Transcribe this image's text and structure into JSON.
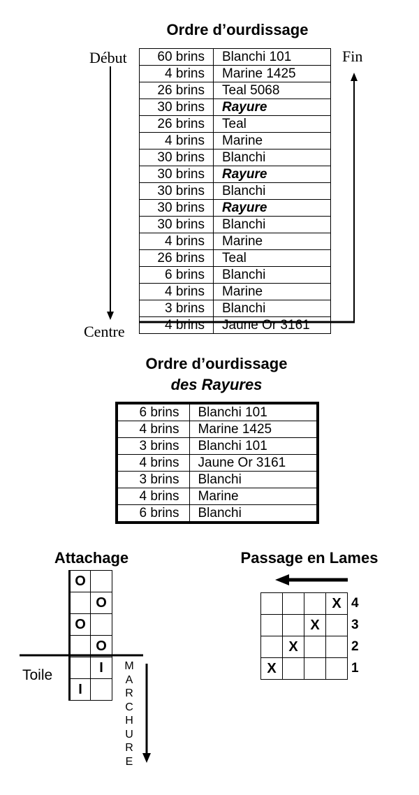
{
  "main": {
    "title": "Ordre d’ourdissage",
    "start_label": "Début",
    "end_label": "Fin",
    "center_label": "Centre",
    "rows": [
      {
        "count": "60 brins",
        "color": "Blanchi 101",
        "rayure": false
      },
      {
        "count": "4 brins",
        "color": "Marine 1425",
        "rayure": false
      },
      {
        "count": "26 brins",
        "color": "Teal 5068",
        "rayure": false
      },
      {
        "count": "30 brins",
        "color": "Rayure",
        "rayure": true
      },
      {
        "count": "26 brins",
        "color": "Teal",
        "rayure": false
      },
      {
        "count": "4 brins",
        "color": "Marine",
        "rayure": false
      },
      {
        "count": "30 brins",
        "color": "Blanchi",
        "rayure": false
      },
      {
        "count": "30 brins",
        "color": "Rayure",
        "rayure": true
      },
      {
        "count": "30 brins",
        "color": "Blanchi",
        "rayure": false
      },
      {
        "count": "30 brins",
        "color": "Rayure",
        "rayure": true
      },
      {
        "count": "30 brins",
        "color": "Blanchi",
        "rayure": false
      },
      {
        "count": "4 brins",
        "color": "Marine",
        "rayure": false
      },
      {
        "count": "26 brins",
        "color": "Teal",
        "rayure": false
      },
      {
        "count": "6 brins",
        "color": "Blanchi",
        "rayure": false
      },
      {
        "count": "4 brins",
        "color": "Marine",
        "rayure": false
      },
      {
        "count": "3 brins",
        "color": "Blanchi",
        "rayure": false
      },
      {
        "count": "4 brins",
        "color": "Jaune Or 3161",
        "rayure": false
      }
    ]
  },
  "stripes": {
    "title_line1": "Ordre d’ourdissage",
    "title_line2": "des Rayures",
    "rows": [
      {
        "count": "6 brins",
        "color": "Blanchi 101"
      },
      {
        "count": "4 brins",
        "color": "Marine 1425"
      },
      {
        "count": "3 brins",
        "color": "Blanchi 101"
      },
      {
        "count": "4 brins",
        "color": "Jaune Or 3161"
      },
      {
        "count": "3 brins",
        "color": "Blanchi"
      },
      {
        "count": "4 brins",
        "color": "Marine"
      },
      {
        "count": "6 brins",
        "color": "Blanchi"
      }
    ]
  },
  "tieup": {
    "title": "Attachage",
    "toile_label": "Toile",
    "marchure_label": "MARCHURE",
    "cells": [
      {
        "row": 0,
        "col": 0,
        "mark": "O"
      },
      {
        "row": 1,
        "col": 1,
        "mark": "O"
      },
      {
        "row": 2,
        "col": 0,
        "mark": "O"
      },
      {
        "row": 3,
        "col": 1,
        "mark": "O"
      },
      {
        "row": 4,
        "col": 1,
        "mark": "I"
      },
      {
        "row": 5,
        "col": 0,
        "mark": "I"
      }
    ]
  },
  "threading": {
    "title": "Passage en Lames",
    "shaft_numbers": [
      "4",
      "3",
      "2",
      "1"
    ],
    "cells": [
      {
        "row": 0,
        "col": 3,
        "mark": "X"
      },
      {
        "row": 1,
        "col": 2,
        "mark": "X"
      },
      {
        "row": 2,
        "col": 1,
        "mark": "X"
      },
      {
        "row": 3,
        "col": 0,
        "mark": "X"
      }
    ]
  }
}
